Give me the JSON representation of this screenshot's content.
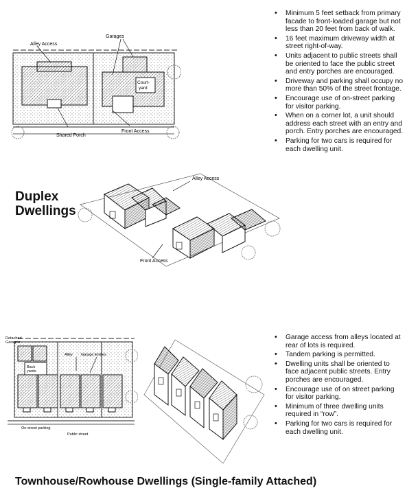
{
  "duplex": {
    "heading_line1": "Duplex",
    "heading_line2": "Dwellings",
    "bullets": [
      "Minimum 5 feet setback from primary facade to front-loaded garage but not less than 20 feet from back of walk.",
      "16 feet maximum driveway width at street right-of-way.",
      "Units adjacent to public streets shall be oriented to face the public street and entry porches are encouraged.",
      "Driveway and parking shall occupy no more than 50% of the street frontage.",
      "Encourage use of on-street parking for visitor parking.",
      "When on a corner lot, a unit should address each street with an entry and porch. Entry porches are encouraged.",
      "Parking for two cars is required for each dwelling unit."
    ],
    "plan_labels": {
      "alley_access": "Alley Access",
      "garages": "Garages",
      "courtyard_1": "Court-",
      "courtyard_2": "yard",
      "shared_porch": "Shared Porch",
      "front_access": "Front Access"
    },
    "persp_labels": {
      "alley_access": "Alley Access",
      "front_access": "Front Access"
    }
  },
  "townhouse": {
    "title": "Townhouse/Rowhouse Dwellings (Single-family Attached)",
    "bullets": [
      "Garage access from alleys located at rear of lots is required.",
      "Tandem parking is permitted.",
      "Dwelling units shall be oriented to face adjacent public streets. Entry porches are encouraged.",
      "Encourage use of on street parking for visitor parking.",
      "Minimum of three dwelling units required in “row”.",
      "Parking for two cars is required for each dwelling unit."
    ],
    "plan_labels": {
      "detached_1": "Detached",
      "detached_2": "Garages",
      "alley": "Alley",
      "garage_entries": "Garage Entries",
      "back_1": "Back",
      "back_2": "yards",
      "on_street": "On-street parking",
      "public_street": "Public street"
    }
  }
}
